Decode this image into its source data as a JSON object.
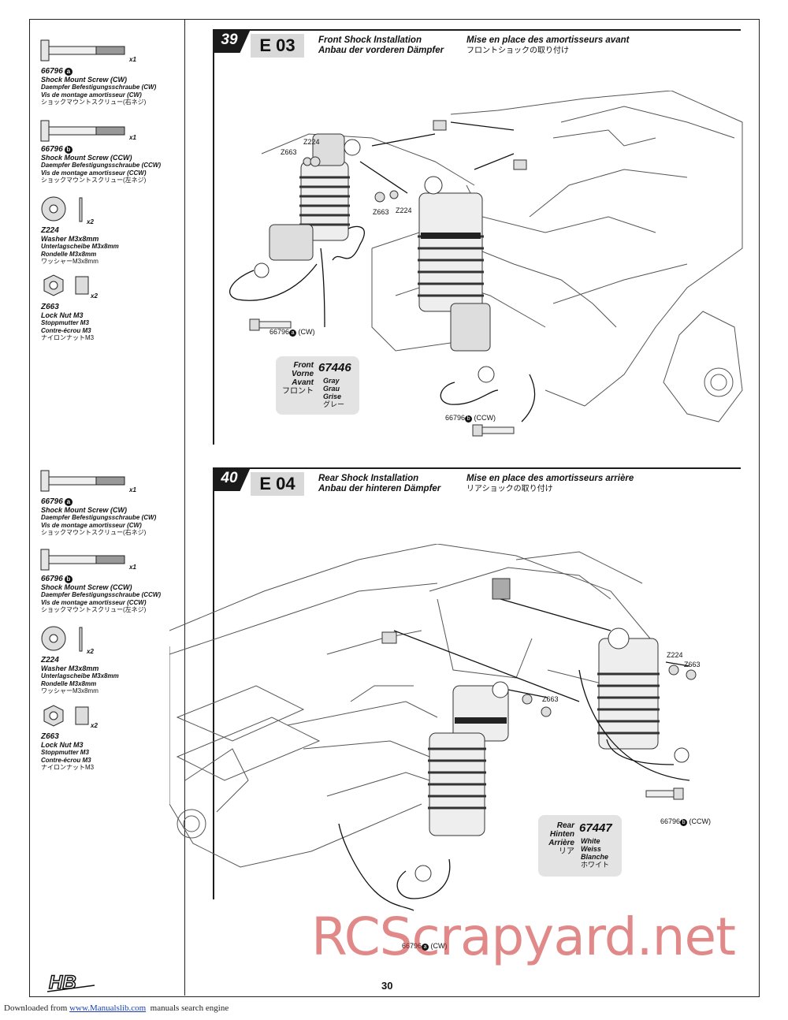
{
  "page_number": "30",
  "footer": {
    "prefix": "Downloaded from ",
    "link": "www.Manualslib.com",
    "suffix": "manuals search engine"
  },
  "watermark": "RCScrapyard.net",
  "logo_text": "HB",
  "parts": [
    {
      "pn": "66796",
      "badge": "a",
      "qty": "x1",
      "name": "Shock Mount Screw (CW)",
      "de": "Daempfer Befestigungsschraube (CW)",
      "fr": "Vis de montage amortisseur (CW)",
      "jp": "ショックマウントスクリュー(右ネジ)"
    },
    {
      "pn": "66796",
      "badge": "b",
      "qty": "x1",
      "name": "Shock Mount Screw (CCW)",
      "de": "Daempfer Befestigungsschraube (CCW)",
      "fr": "Vis de montage amortisseur (CCW)",
      "jp": "ショックマウントスクリュー(左ネジ)"
    },
    {
      "pn": "Z224",
      "badge": "",
      "qty": "x2",
      "name": "Washer M3x8mm",
      "de": "Unterlagscheibe M3x8mm",
      "fr": "Rondelle M3x8mm",
      "jp": "ワッシャーM3x8mm"
    },
    {
      "pn": "Z663",
      "badge": "",
      "qty": "x2",
      "name": "Lock Nut M3",
      "de": "Stoppmutter M3",
      "fr": "Contre-écrou M3",
      "jp": "ナイロンナットM3"
    }
  ],
  "steps": [
    {
      "num": "39",
      "code": "E 03",
      "title_en": "Front Shock Installation",
      "title_de": "Anbau der vorderen Dämpfer",
      "title_fr": "Mise en place des amortisseurs avant",
      "title_jp": "フロントショックの取り付け",
      "info": {
        "a1": "Front",
        "a2": "Vorne",
        "a3": "Avant",
        "aj": "フロント",
        "num": "67446",
        "c1": "Gray",
        "c2": "Grau",
        "c3": "Grise",
        "cj": "グレー"
      },
      "callouts": {
        "z224a": "Z224",
        "z663a": "Z663",
        "z663b": "Z663",
        "z224b": "Z224",
        "screw_a_pn": "66796",
        "screw_a_badge": "a",
        "screw_a_dir": "(CW)",
        "screw_b_pn": "66796",
        "screw_b_badge": "b",
        "screw_b_dir": "(CCW)"
      }
    },
    {
      "num": "40",
      "code": "E 04",
      "title_en": "Rear Shock Installation",
      "title_de": "Anbau der hinteren Dämpfer",
      "title_fr": "Mise en place des amortisseurs arrière",
      "title_jp": "リアショックの取り付け",
      "info": {
        "a1": "Rear",
        "a2": "Hinten",
        "a3": "Arrière",
        "aj": "リア",
        "num": "67447",
        "c1": "White",
        "c2": "Weiss",
        "c3": "Blanche",
        "cj": "ホワイト"
      },
      "callouts": {
        "z224a": "Z224",
        "z663a": "Z663",
        "z663b": "Z663",
        "screw_b_pn": "66796",
        "screw_b_badge": "b",
        "screw_b_dir": "(CCW)",
        "screw_a_pn": "66796",
        "screw_a_badge": "a",
        "screw_a_dir": "(CW)"
      }
    }
  ]
}
